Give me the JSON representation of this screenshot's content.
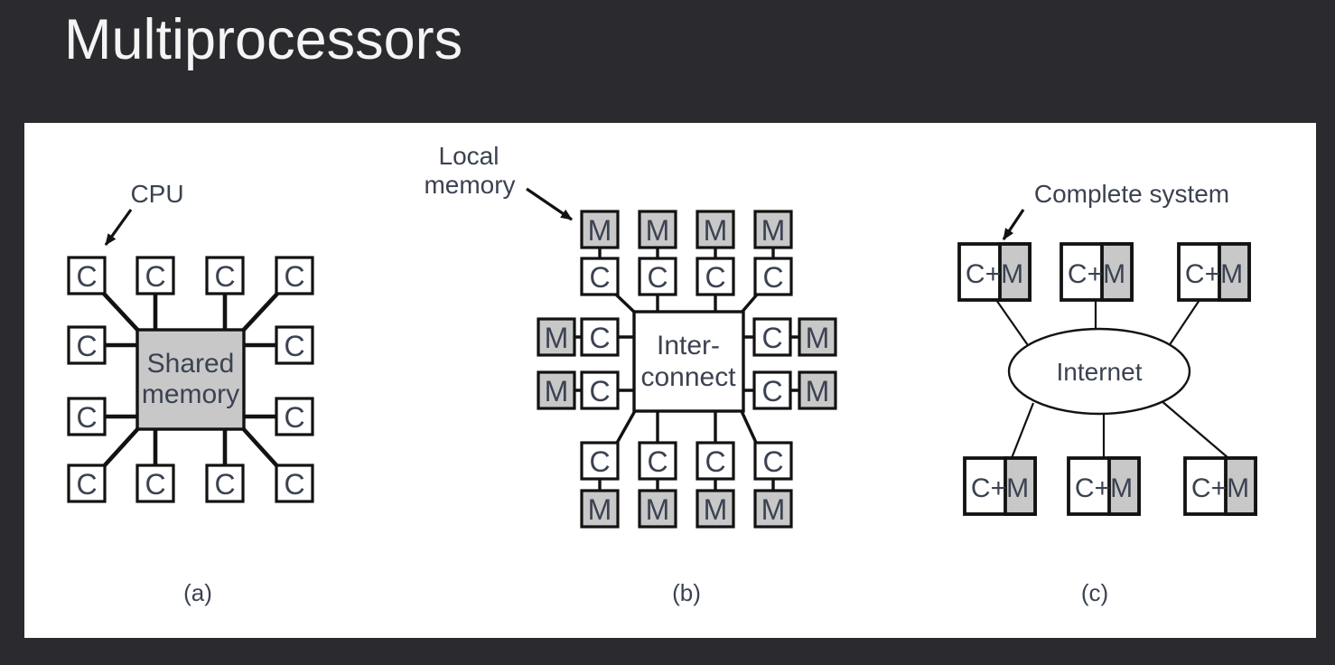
{
  "slide": {
    "title": "Multiprocessors",
    "background_color": "#2a2a2f",
    "title_color": "#f4f4f4",
    "panel_background": "#ffffff"
  },
  "figure": {
    "ink_color": "#121212",
    "label_color": "#3b4251",
    "memory_fill": "#c8c8c9",
    "cpu_fill": "#ffffff",
    "diagrams": {
      "a": {
        "caption": "(a)",
        "annotation": "CPU",
        "node_label": "C",
        "node_count": 12,
        "hub_line1": "Shared",
        "hub_line2": "memory"
      },
      "b": {
        "caption": "(b)",
        "annotation_line1": "Local",
        "annotation_line2": "memory",
        "cpu_label": "C",
        "memory_label": "M",
        "cpu_count": 12,
        "memory_count": 12,
        "hub_line1": "Inter-",
        "hub_line2": "connect"
      },
      "c": {
        "caption": "(c)",
        "annotation": "Complete system",
        "node_label": "C+M",
        "node_count": 6,
        "hub_label": "Internet"
      }
    }
  }
}
